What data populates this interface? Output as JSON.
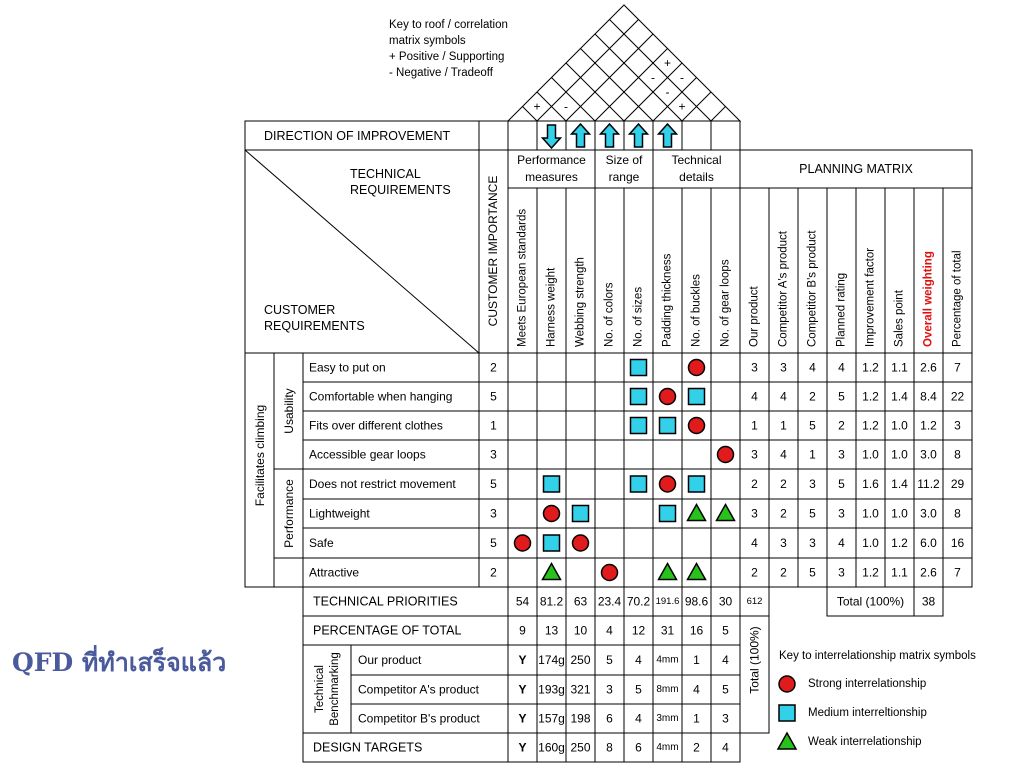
{
  "roof_key": {
    "lines": [
      "Key to roof / correlation",
      "matrix symbols",
      "+  Positive / Supporting",
      "-   Negative / Tradeoff"
    ]
  },
  "roof_marks": [
    {
      "between": [
        "Meets European standards",
        "Harness weight"
      ],
      "sign": "+"
    },
    {
      "between": [
        "Harness weight",
        "Webbing strength"
      ],
      "sign": "-"
    },
    {
      "between": [
        "Padding thickness",
        "No. of buckles"
      ],
      "sign": "+"
    },
    {
      "between": [
        "No. of colors",
        "No. of gear loops"
      ],
      "sign": "+"
    },
    {
      "between": [
        "No. of sizes",
        "No. of gear loops"
      ],
      "sign": "-"
    },
    {
      "between": [
        "No. of colors",
        "No. of buckles"
      ],
      "sign": "-"
    },
    {
      "between": [
        "No. of sizes",
        "No. of buckles"
      ],
      "sign": "-"
    }
  ],
  "direction": {
    "label": "DIRECTION OF IMPROVEMENT",
    "arrows": [
      "",
      "down",
      "up",
      "up",
      "up",
      "up",
      "",
      ""
    ]
  },
  "header": {
    "technical_requirements": [
      "TECHNICAL",
      "REQUIREMENTS"
    ],
    "customer_requirements": [
      "CUSTOMER",
      "REQUIREMENTS"
    ],
    "customer_importance": "CUSTOMER IMPORTANCE",
    "planning_matrix": "PLANNING MATRIX"
  },
  "groups": [
    {
      "label": [
        "Performance",
        "measures"
      ],
      "span": 3
    },
    {
      "label": [
        "Size of",
        "range"
      ],
      "span": 2
    },
    {
      "label": [
        "Technical",
        "details"
      ],
      "span": 3
    }
  ],
  "tech_columns": [
    "Meets European standards",
    "Harness weight",
    "Webbing strength",
    "No. of colors",
    "No. of sizes",
    "Padding thickness",
    "No. of buckles",
    "No. of gear loops"
  ],
  "planning_columns": [
    {
      "label": "Our product",
      "highlight": false
    },
    {
      "label": "Competitor A's product",
      "highlight": false
    },
    {
      "label": "Competitor B's product",
      "highlight": false
    },
    {
      "label": "Planned rating",
      "highlight": false
    },
    {
      "label": "Improvement factor",
      "highlight": false
    },
    {
      "label": "Sales point",
      "highlight": false
    },
    {
      "label": "Overall weighting",
      "highlight": true
    },
    {
      "label": "Percentage of total",
      "highlight": false
    }
  ],
  "categories": {
    "outer": "Facilitates climbing",
    "inner": [
      {
        "label": "Usability",
        "rows": 4
      },
      {
        "label": "Performance",
        "rows": 3
      }
    ]
  },
  "requirements": [
    {
      "name": "Easy to put on",
      "importance": "2",
      "cells": [
        "",
        "",
        "",
        "",
        "M",
        "",
        "S",
        ""
      ],
      "planning": [
        "3",
        "3",
        "4",
        "4",
        "1.2",
        "1.1",
        "2.6",
        "7"
      ]
    },
    {
      "name": "Comfortable when hanging",
      "importance": "5",
      "cells": [
        "",
        "",
        "",
        "",
        "M",
        "S",
        "M",
        ""
      ],
      "planning": [
        "4",
        "4",
        "2",
        "5",
        "1.2",
        "1.4",
        "8.4",
        "22"
      ]
    },
    {
      "name": "Fits over different clothes",
      "importance": "1",
      "cells": [
        "",
        "",
        "",
        "",
        "M",
        "M",
        "S",
        ""
      ],
      "planning": [
        "1",
        "1",
        "5",
        "2",
        "1.2",
        "1.0",
        "1.2",
        "3"
      ]
    },
    {
      "name": "Accessible gear loops",
      "importance": "3",
      "cells": [
        "",
        "",
        "",
        "",
        "",
        "",
        "",
        "S"
      ],
      "planning": [
        "3",
        "4",
        "1",
        "3",
        "1.0",
        "1.0",
        "3.0",
        "8"
      ]
    },
    {
      "name": "Does not restrict movement",
      "importance": "5",
      "cells": [
        "",
        "M",
        "",
        "",
        "M",
        "S",
        "M",
        ""
      ],
      "planning": [
        "2",
        "2",
        "3",
        "5",
        "1.6",
        "1.4",
        "11.2",
        "29"
      ]
    },
    {
      "name": "Lightweight",
      "importance": "3",
      "cells": [
        "",
        "S",
        "M",
        "",
        "",
        "M",
        "W",
        "W"
      ],
      "planning": [
        "3",
        "2",
        "5",
        "3",
        "1.0",
        "1.0",
        "3.0",
        "8"
      ]
    },
    {
      "name": "Safe",
      "importance": "5",
      "cells": [
        "S",
        "M",
        "S",
        "",
        "",
        "",
        "",
        ""
      ],
      "planning": [
        "4",
        "3",
        "3",
        "4",
        "1.0",
        "1.2",
        "6.0",
        "16"
      ]
    },
    {
      "name": "Attractive",
      "importance": "2",
      "cells": [
        "",
        "W",
        "",
        "S",
        "",
        "W",
        "W",
        ""
      ],
      "planning": [
        "2",
        "2",
        "5",
        "3",
        "1.2",
        "1.1",
        "2.6",
        "7"
      ]
    }
  ],
  "technical_priorities": {
    "label": "TECHNICAL PRIORITIES",
    "values": [
      "54",
      "81.2",
      "63",
      "23.4",
      "70.2",
      "191.6",
      "98.6",
      "30"
    ],
    "total": "612"
  },
  "percentage_of_total": {
    "label": "PERCENTAGE OF TOTAL",
    "values": [
      "9",
      "13",
      "10",
      "4",
      "12",
      "31",
      "16",
      "5"
    ]
  },
  "total_box": {
    "label": "Total (100%)",
    "value": "38"
  },
  "total_vertical": "Total (100%)",
  "benchmarking": {
    "label": [
      "Technical",
      "Benchmarking"
    ],
    "rows": [
      {
        "name": "Our product",
        "values": [
          "Y",
          "174g",
          "250",
          "5",
          "4",
          "4mm",
          "1",
          "4"
        ]
      },
      {
        "name": "Competitor A's product",
        "values": [
          "Y",
          "193g",
          "321",
          "3",
          "5",
          "8mm",
          "4",
          "5"
        ]
      },
      {
        "name": "Competitor B's product",
        "values": [
          "Y",
          "157g",
          "198",
          "6",
          "4",
          "3mm",
          "1",
          "3"
        ]
      }
    ]
  },
  "design_targets": {
    "label": "DESIGN TARGETS",
    "values": [
      "Y",
      "160g",
      "250",
      "8",
      "6",
      "4mm",
      "2",
      "4"
    ]
  },
  "legend": {
    "title": "Key to interrelationship matrix symbols",
    "items": [
      {
        "symbol": "S",
        "label": "Strong interrelationship"
      },
      {
        "symbol": "M",
        "label": "Medium interreltionship"
      },
      {
        "symbol": "W",
        "label": "Weak interrelationship"
      }
    ]
  },
  "caption": "QFD ที่ทำเสร็จแล้ว",
  "colors": {
    "strong": "#e11b1b",
    "medium": "#33d0ea",
    "weak": "#27c21c",
    "caption": "#4a5a9c",
    "highlight": "#e01010"
  }
}
